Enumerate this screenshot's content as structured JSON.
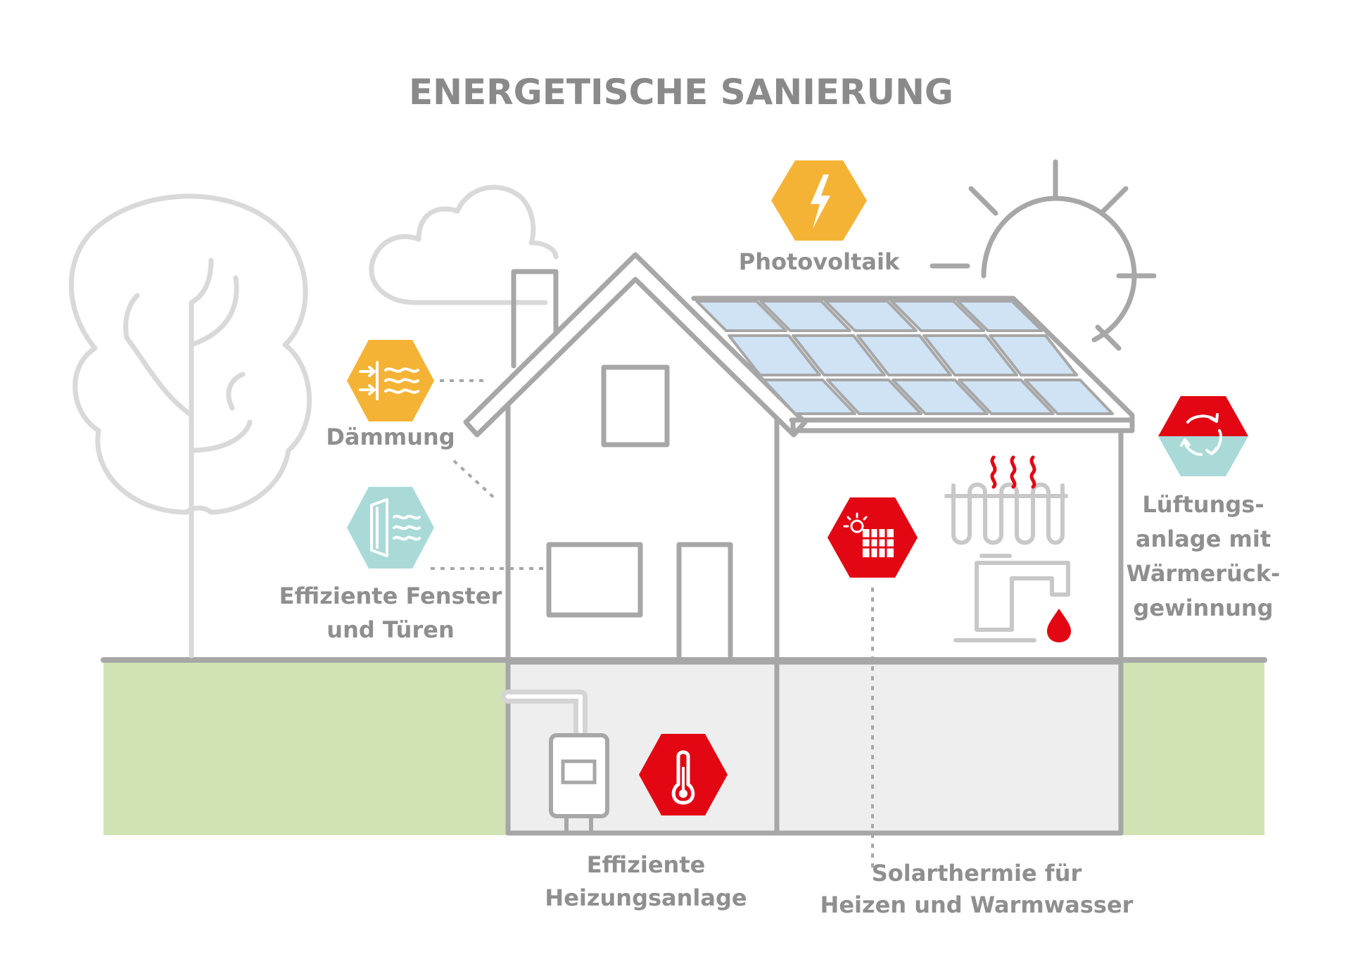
{
  "title": "ENERGETISCHE SANIERUNG",
  "labels": {
    "photovoltaik": "Photovoltaik",
    "daemmung": "Dämmung",
    "fenster_line1": "Effiziente Fenster",
    "fenster_line2": "und Türen",
    "heizung_line1": "Effiziente",
    "heizung_line2": "Heizungsanlage",
    "solarthermie_line1": "Solarthermie für",
    "solarthermie_line2": "Heizen und  Warmwasser",
    "lueftung_line1": "Lüftungs-",
    "lueftung_line2": "anlage mit",
    "lueftung_line3": "Wärmerück-",
    "lueftung_line4": "gewinnung"
  },
  "icons": {
    "photovoltaik": "lightning-bolt-icon",
    "daemmung": "insulation-arrows-waves-icon",
    "fenster": "window-draft-icon",
    "heizung": "thermometer-icon",
    "solarthermie": "sun-solar-panel-icon",
    "lueftung": "circular-arrows-icon"
  },
  "colors": {
    "orange": "#f5b335",
    "teal": "#a9dad8",
    "red": "#e30613",
    "outline": "#a7a7a7",
    "light_outline": "#d9d9d9",
    "text": "#8f8f8f",
    "ground": "#d1e3b4",
    "basement": "#eeeeee",
    "solar_panel": "#cfe3f5"
  }
}
